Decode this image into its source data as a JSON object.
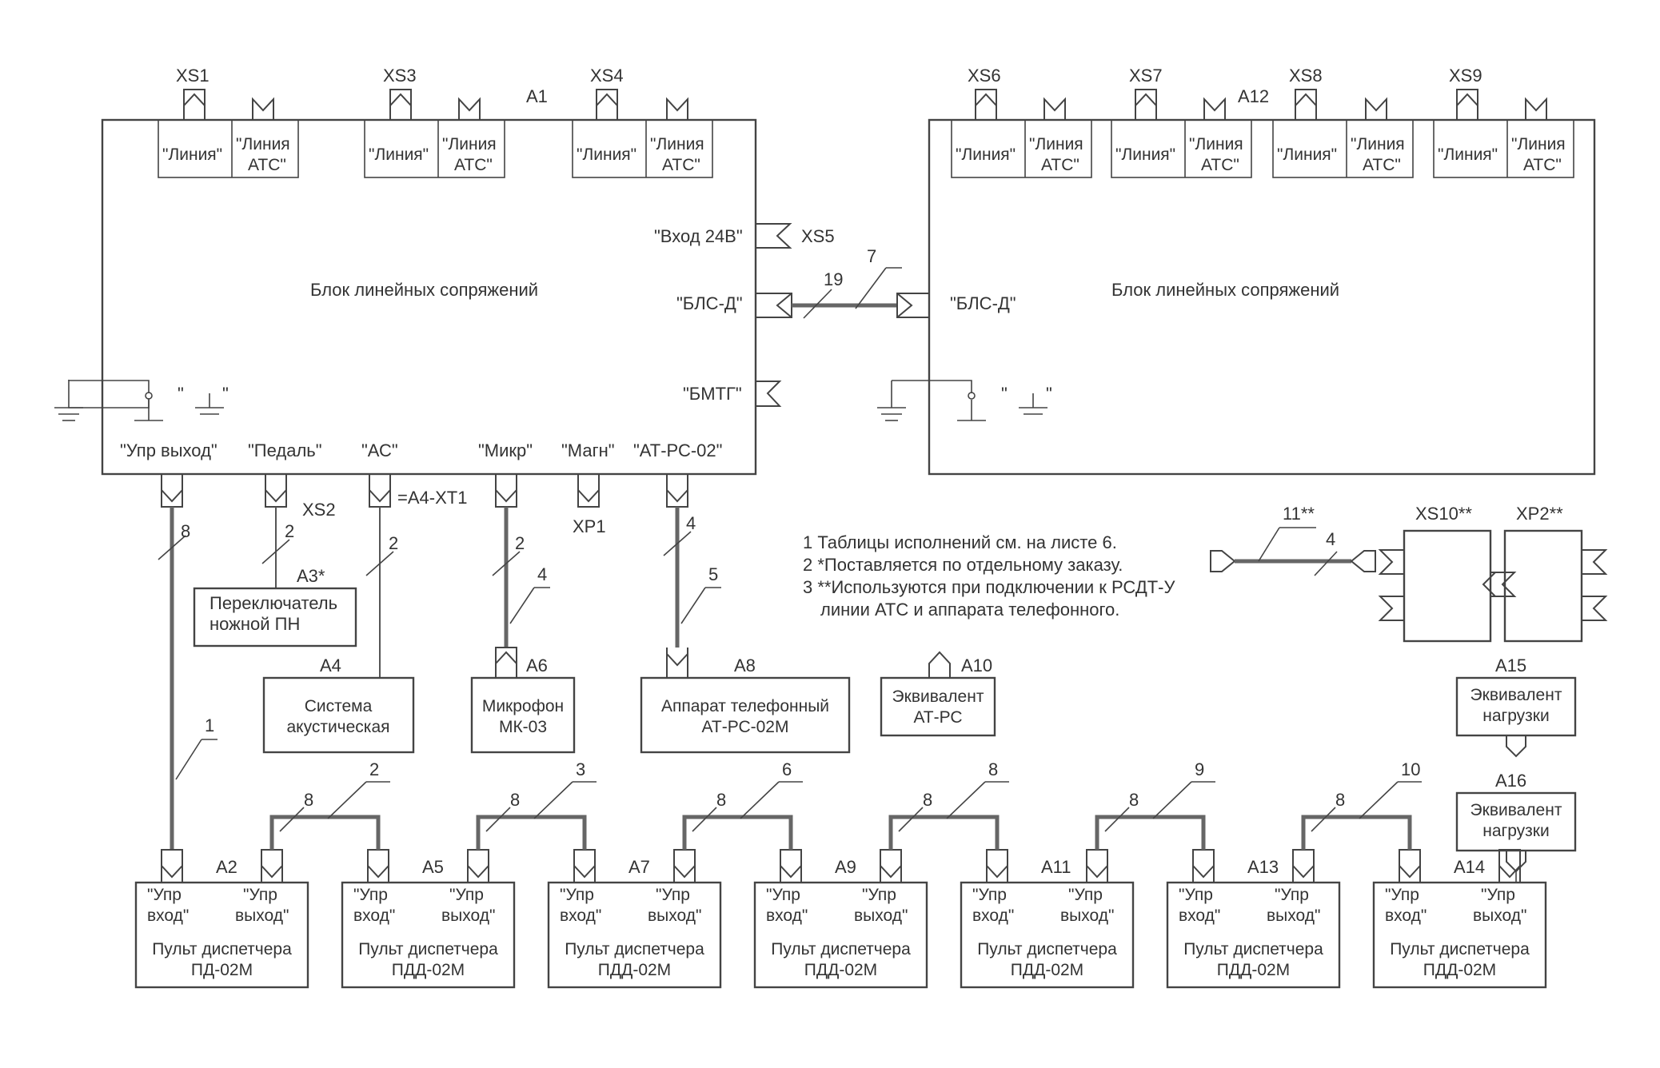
{
  "a1": {
    "ref": "A1",
    "title": "Блок линейных сопряжений",
    "top_connectors": [
      "XS1",
      "XS3",
      "XS4"
    ],
    "line_label": "\"Линия\"",
    "ats_label_1": "\"Линия",
    "ats_label_2": "АТС\"",
    "vhod24": "\"Вход 24В\"",
    "xs5": "XS5",
    "bls_d": "\"БЛС-Д\"",
    "bmtg": "\"БМТГ\"",
    "ground_quote_l": "\"",
    "ground_quote_r": "\"",
    "bottom_ports": [
      "\"Упр выход\"",
      "\"Педаль\"",
      "\"АС\"",
      "\"Микр\"",
      "\"Магн\"",
      "\"АТ-РС-02\""
    ],
    "xs2": "XS2",
    "a4_xt1": "=A4-XT1",
    "xp1": "XP1"
  },
  "a12": {
    "ref": "A12",
    "title": "Блок линейных сопряжений",
    "top_connectors": [
      "XS6",
      "XS7",
      "XS8",
      "XS9"
    ],
    "bls_d": "\"БЛС-Д\"",
    "ground_quote_l": "\"",
    "ground_quote_r": "\""
  },
  "link": {
    "wires": "19",
    "cable": "7"
  },
  "cables": {
    "c8": "8",
    "c1": "1",
    "pedal_wires": "2",
    "ac_wires": "2",
    "mic_wires": "2",
    "mic_cable": "4",
    "tel_wires": "4",
    "tel_cable": "5"
  },
  "devices": {
    "a3_ref": "A3*",
    "a3_line1": "Переключатель",
    "a3_line2": "ножной ПН",
    "a4_ref": "A4",
    "a4_line1": "Система",
    "a4_line2": "акустическая",
    "a6_ref": "A6",
    "a6_line1": "Микрофон",
    "a6_line2": "МК-03",
    "a8_ref": "A8",
    "a8_line1": "Аппарат телефонный",
    "a8_line2": "АТ-РС-02М",
    "a10_ref": "A10",
    "a10_line1": "Эквивалент",
    "a10_line2": "АТ-РС",
    "a15_ref": "A15",
    "a15_line1": "Эквивалент",
    "a15_line2": "нагрузки",
    "a16_ref": "A16",
    "a16_line1": "Эквивалент",
    "a16_line2": "нагрузки"
  },
  "notes": [
    "1 Таблицы исполнений см. на листе 6.",
    "2 *Поставляется по отдельному заказу.",
    "3 **Используются при подключении к РСДТ-У",
    "линии АТС и аппарата телефонного."
  ],
  "optional": {
    "cable": "11**",
    "wires": "4",
    "xs10": "XS10**",
    "xp2": "XP2**"
  },
  "consoles": {
    "in_1": "\"Упр",
    "in_2": "вход\"",
    "out_1": "\"Упр",
    "out_2": "выход\"",
    "title": "Пульт диспетчера",
    "items": [
      {
        "ref": "A2",
        "model": "ПД-02М"
      },
      {
        "ref": "A5",
        "model": "ПДД-02М"
      },
      {
        "ref": "A7",
        "model": "ПДД-02М"
      },
      {
        "ref": "A9",
        "model": "ПДД-02М"
      },
      {
        "ref": "A11",
        "model": "ПДД-02М"
      },
      {
        "ref": "A13",
        "model": "ПДД-02М"
      },
      {
        "ref": "A14",
        "model": "ПДД-02М"
      }
    ],
    "chain_wires": [
      "8",
      "8",
      "8",
      "8",
      "8",
      "8"
    ],
    "chain_cables": [
      "2",
      "3",
      "6",
      "8",
      "9",
      "10"
    ]
  }
}
